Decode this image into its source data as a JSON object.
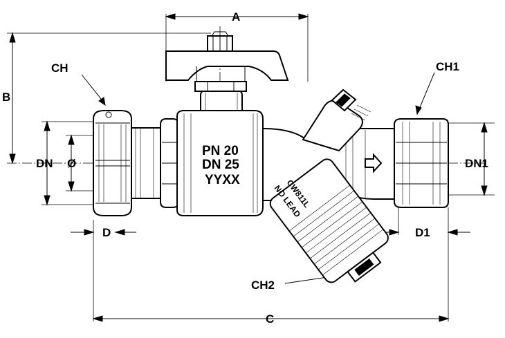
{
  "dimensions": {
    "A": "A",
    "B": "B",
    "C": "C",
    "D": "D",
    "D1": "D1",
    "DN": "DN",
    "DN1": "DN1",
    "O": "Ø",
    "CH": "CH",
    "CH1": "CH1",
    "CH2": "CH2"
  },
  "body_marking": {
    "line1": "PN 20",
    "line2": "DN 25",
    "line3": "YYXX"
  },
  "strainer_marking": {
    "line1": "CW811L",
    "line2": "NO LEAD"
  }
}
